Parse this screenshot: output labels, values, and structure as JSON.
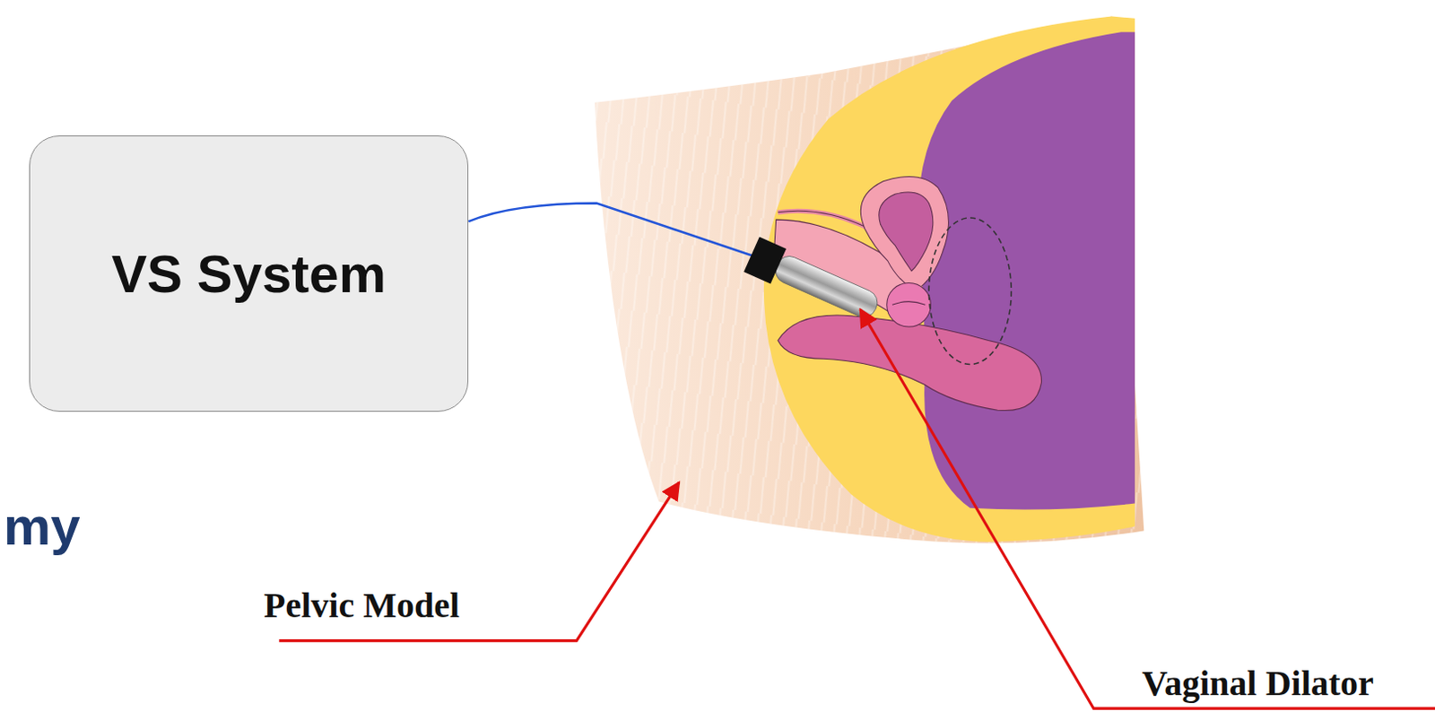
{
  "diagram": {
    "nodes": [
      {
        "text": [
          "VS System"
        ]
      }
    ],
    "labels": [
      "my",
      "Pelvic Model",
      "Vaginal Dilator"
    ]
  }
}
